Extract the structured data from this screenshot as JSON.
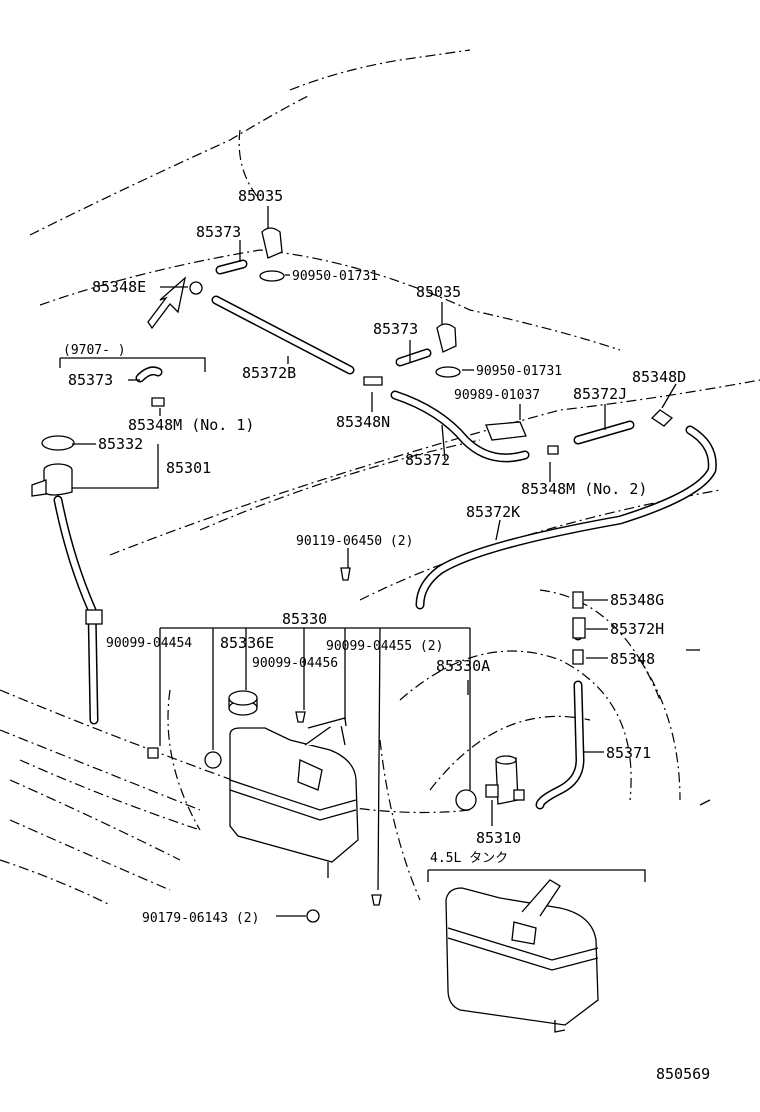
{
  "labels": {
    "p85035a": "85035",
    "p85373a": "85373",
    "p85348e": "85348E",
    "p909501731a": "90950-01731",
    "p85035b": "85035",
    "p85373b": "85373",
    "p909501731b": "90950-01731",
    "p85372b": "85372B",
    "p85348d": "85348D",
    "p9707": "(9707-      )",
    "p85373c": "85373",
    "p909891037": "90989-01037",
    "p85372j": "85372J",
    "p85348m1": "85348M (No. 1)",
    "p85348n": "85348N",
    "p85332": "85332",
    "p85301": "85301",
    "p85372": "85372",
    "p85348m2": "85348M (No. 2)",
    "p85372k": "85372K",
    "p9011906450": "90119-06450 (2)",
    "p85348g": "85348G",
    "p85330": "85330",
    "p85372h": "85372H",
    "p9009904454": "90099-04454",
    "p85336e": "85336E",
    "p9009904455": "90099-04455 (2)",
    "p85348": "85348",
    "p9009904456": "90099-04456",
    "p85330a": "85330A",
    "p85371": "85371",
    "p85310": "85310",
    "p45l": "4.5L  タンク",
    "p9017906143": "90179-06143 (2)",
    "figno": "850569"
  }
}
